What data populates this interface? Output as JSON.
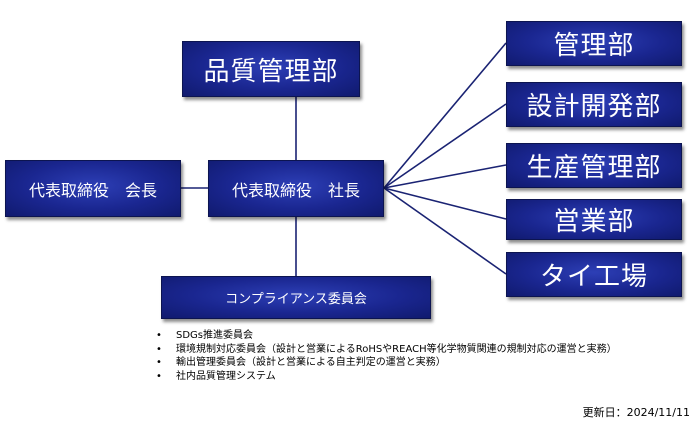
{
  "org_chart": {
    "quality_dept": "品質管理部",
    "chairman": "代表取締役　会長",
    "president": "代表取締役　社長",
    "compliance_committee": "コンプライアンス委員会",
    "departments": [
      "管理部",
      "設計開発部",
      "生産管理部",
      "営業部",
      "タイ工場"
    ]
  },
  "committees": {
    "bullet": "•",
    "items": [
      "SDGs推進委員会",
      "環境規制対応委員会（設計と営業によるRoHSやREACH等化学物質関連の規制対応の運営と実務）",
      "輸出管理委員会（設計と営業による自主判定の運営と実務）",
      "社内品質管理システム"
    ]
  },
  "updated": "更新日：2024/11/11",
  "colors": {
    "box_fill": "#1a2690",
    "box_border": "#0c1450",
    "connector": "#1a2373",
    "text_on_box": "#ffffff"
  }
}
